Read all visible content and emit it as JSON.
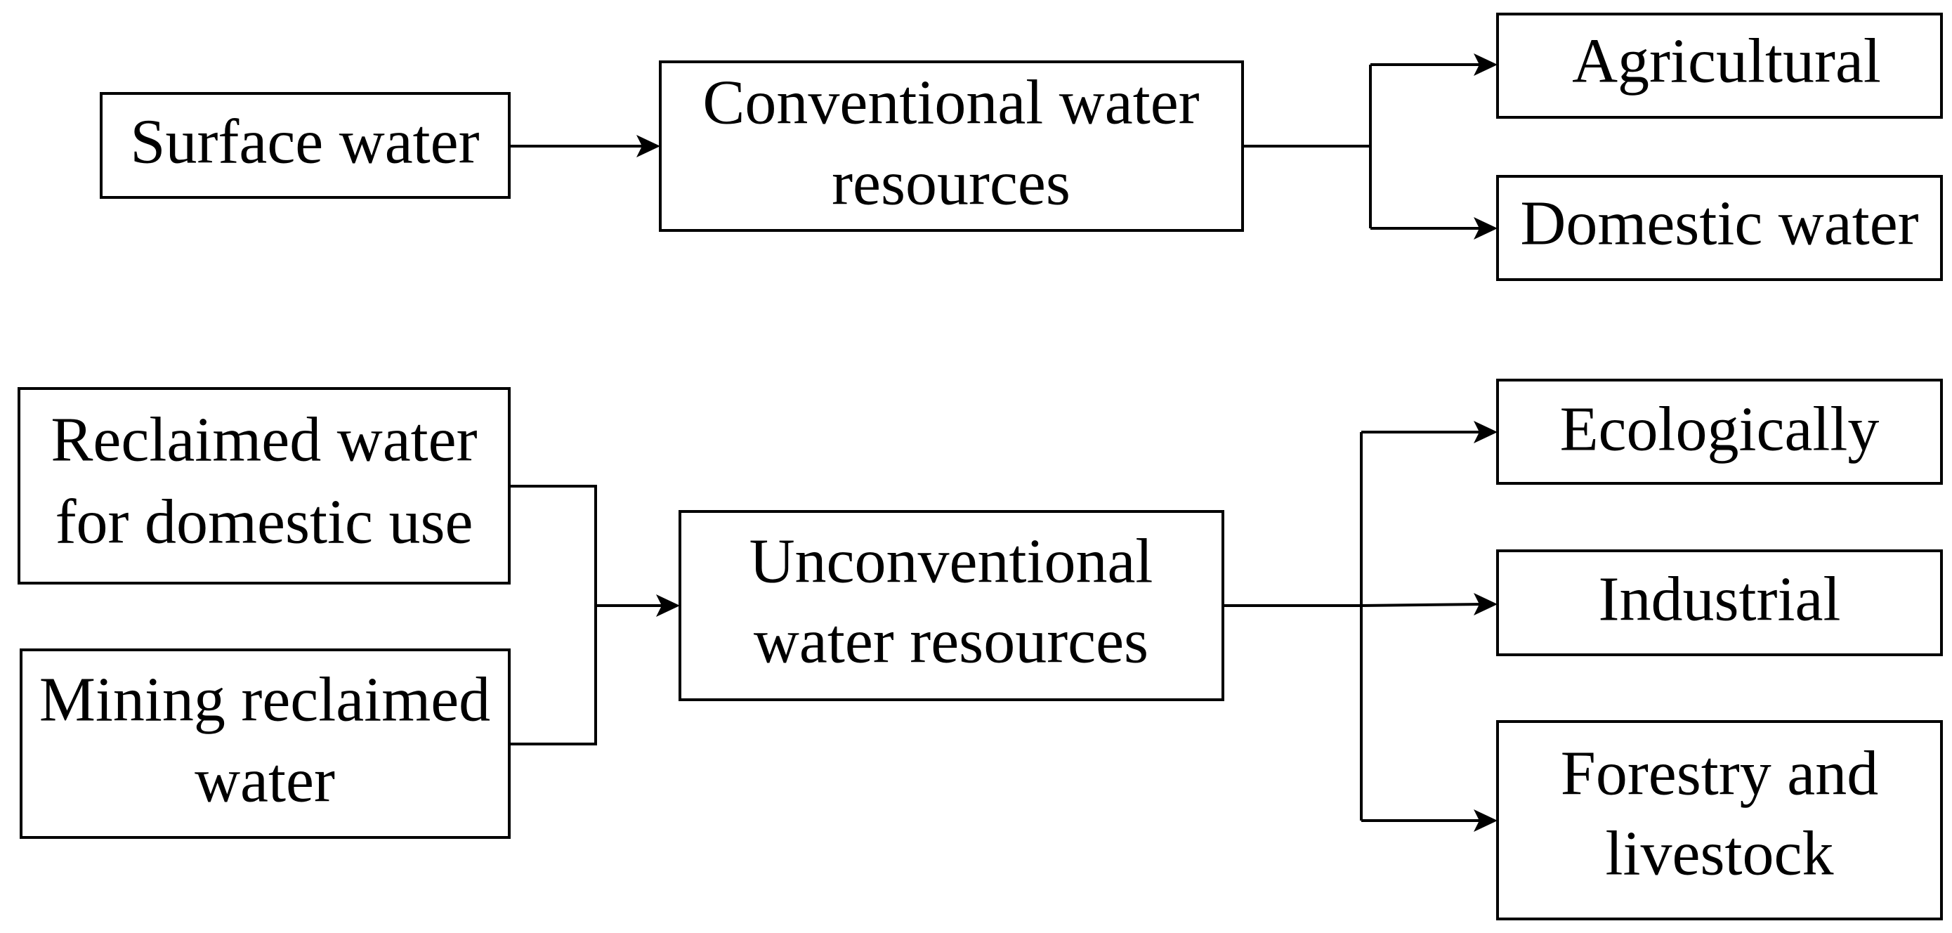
{
  "nodes": {
    "surface_water": {
      "lines": [
        "Surface water"
      ]
    },
    "conventional": {
      "lines": [
        "Conventional water",
        "resources"
      ]
    },
    "agricultural": {
      "lines": [
        "Agricultural"
      ]
    },
    "domestic_water": {
      "lines": [
        "Domestic water"
      ]
    },
    "reclaimed_domestic": {
      "lines": [
        "Reclaimed water",
        "for domestic use"
      ]
    },
    "mining_reclaimed": {
      "lines": [
        "Mining reclaimed",
        "water"
      ]
    },
    "unconventional": {
      "lines": [
        "Unconventional",
        "water resources"
      ]
    },
    "ecologically": {
      "lines": [
        "Ecologically"
      ]
    },
    "industrial": {
      "lines": [
        "Industrial"
      ]
    },
    "forestry": {
      "lines": [
        "Forestry and",
        "livestock"
      ]
    }
  },
  "edges": [
    {
      "from": "surface_water",
      "to": "conventional"
    },
    {
      "from": "conventional",
      "to": "agricultural"
    },
    {
      "from": "conventional",
      "to": "domestic_water"
    },
    {
      "from": "reclaimed_domestic",
      "to": "unconventional"
    },
    {
      "from": "mining_reclaimed",
      "to": "unconventional"
    },
    {
      "from": "unconventional",
      "to": "ecologically"
    },
    {
      "from": "unconventional",
      "to": "industrial"
    },
    {
      "from": "unconventional",
      "to": "forestry"
    }
  ]
}
